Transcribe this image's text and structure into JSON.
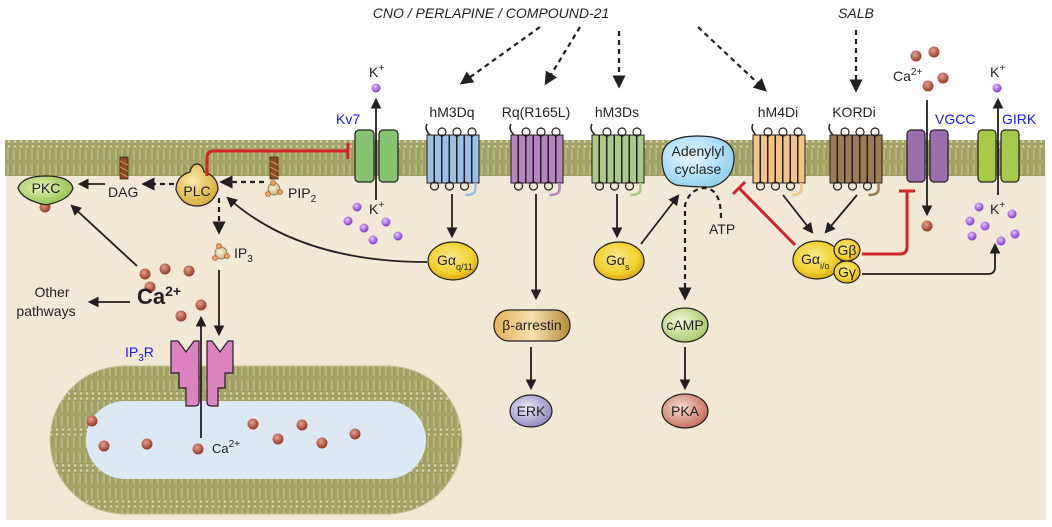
{
  "colors": {
    "cytoplasm": "#f1e8d6",
    "membrane": "#a3a466",
    "er_lumen": "#dde8f5",
    "inhibition": "#d2232a",
    "channel_label": "#1a1aff",
    "k_ion": "#9b59d6",
    "ca_ion": "#b0553f",
    "g_protein": "#f2d12e"
  },
  "ligands": {
    "dreadd_agonists": "CNO / PERLAPINE / COMPOUND-21",
    "kord_agonist": "SALB"
  },
  "receptors": [
    {
      "id": "hM3Dq",
      "label": "hM3Dq",
      "color": "#9bbde6"
    },
    {
      "id": "rq",
      "label": "Rq(R165L)",
      "color": "#b585bf"
    },
    {
      "id": "hM3Ds",
      "label": "hM3Ds",
      "color": "#a9c98a"
    },
    {
      "id": "hM4Di",
      "label": "hM4Di",
      "color": "#f3c48a"
    },
    {
      "id": "kordi",
      "label": "KORDi",
      "color": "#9a7d55"
    }
  ],
  "channels": {
    "kv7": "Kv7",
    "vgcc": "VGCC",
    "girk": "GIRK",
    "ip3r_main": "IP",
    "ip3r_sub": "3",
    "ip3r_tail": "R"
  },
  "ions": {
    "k": "K",
    "k_sup": "+",
    "ca": "Ca",
    "ca_sup": "2+"
  },
  "effectors": {
    "pkc": "PKC",
    "dag": "DAG",
    "plc": "PLC",
    "pip2": "PIP",
    "pip2_sub": "2",
    "ip3": "IP",
    "ip3_sub": "3",
    "other_pathways_1": "Other",
    "other_pathways_2": "pathways",
    "adenylyl_cyclase_1": "Adenylyl",
    "adenylyl_cyclase_2": "cyclase",
    "atp": "ATP",
    "camp": "cAMP",
    "pka": "PKA",
    "beta_arrestin": "β-arrestin",
    "erk": "ERK"
  },
  "g_proteins": {
    "gq": "Gα",
    "gq_sub": "q/11",
    "gs": "Gα",
    "gs_sub": "s",
    "gi": "Gα",
    "gi_sub": "i/o",
    "gbeta": "Gβ",
    "ggamma": "Gγ"
  }
}
